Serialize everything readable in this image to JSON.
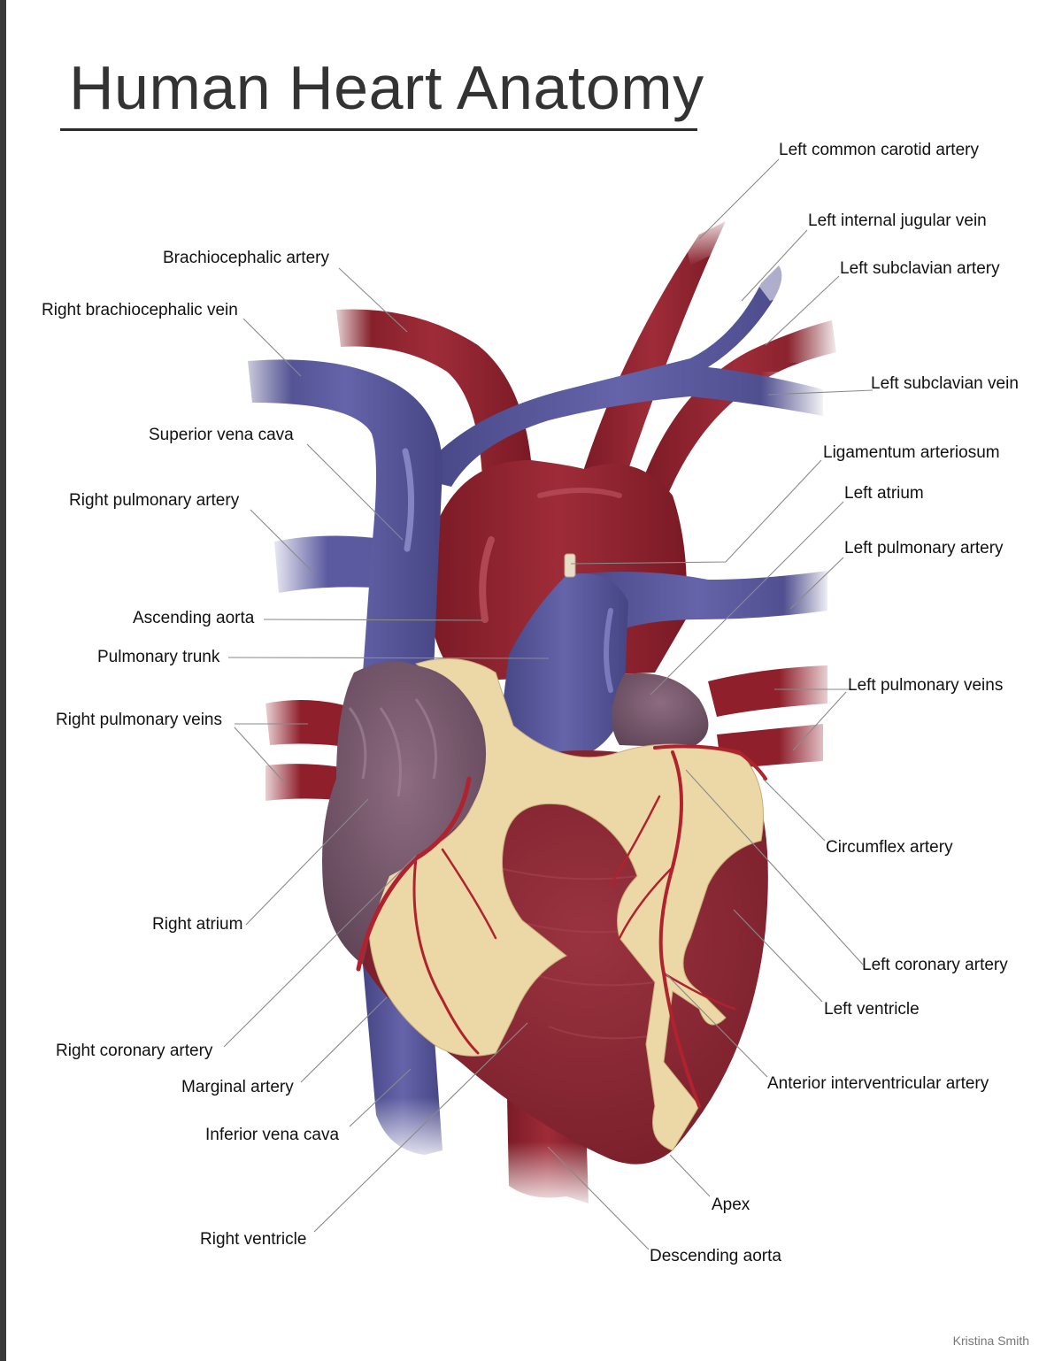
{
  "title": "Human Heart Anatomy",
  "credit": "Kristina Smith",
  "colors": {
    "artery": "#8e1f2b",
    "artery_highlight": "#b84a55",
    "vein": "#55549a",
    "vein_highlight": "#8b8bd0",
    "atrium": "#7b5a6e",
    "fat": "#ecd7a6",
    "coronary": "#b0222e",
    "ventricle": "#8a2a34"
  },
  "labels": {
    "left_common_carotid_artery": "Left common carotid artery",
    "left_internal_jugular_vein": "Left internal jugular vein",
    "brachiocephalic_artery": "Brachiocephalic artery",
    "left_subclavian_artery": "Left subclavian artery",
    "right_brachiocephalic_vein": "Right brachiocephalic vein",
    "left_subclavian_vein": "Left subclavian vein",
    "superior_vena_cava": "Superior vena cava",
    "ligamentum_arteriosum": "Ligamentum arteriosum",
    "left_atrium": "Left atrium",
    "right_pulmonary_artery": "Right pulmonary artery",
    "left_pulmonary_artery": "Left pulmonary artery",
    "ascending_aorta": "Ascending aorta",
    "pulmonary_trunk": "Pulmonary trunk",
    "left_pulmonary_veins": "Left pulmonary veins",
    "right_pulmonary_veins": "Right pulmonary veins",
    "circumflex_artery": "Circumflex artery",
    "right_atrium": "Right atrium",
    "left_coronary_artery": "Left coronary artery",
    "left_ventricle": "Left ventricle",
    "right_coronary_artery": "Right coronary artery",
    "anterior_interventricular_artery": "Anterior interventricular artery",
    "marginal_artery": "Marginal artery",
    "inferior_vena_cava": "Inferior vena cava",
    "apex": "Apex",
    "right_ventricle": "Right ventricle",
    "descending_aorta": "Descending aorta"
  }
}
